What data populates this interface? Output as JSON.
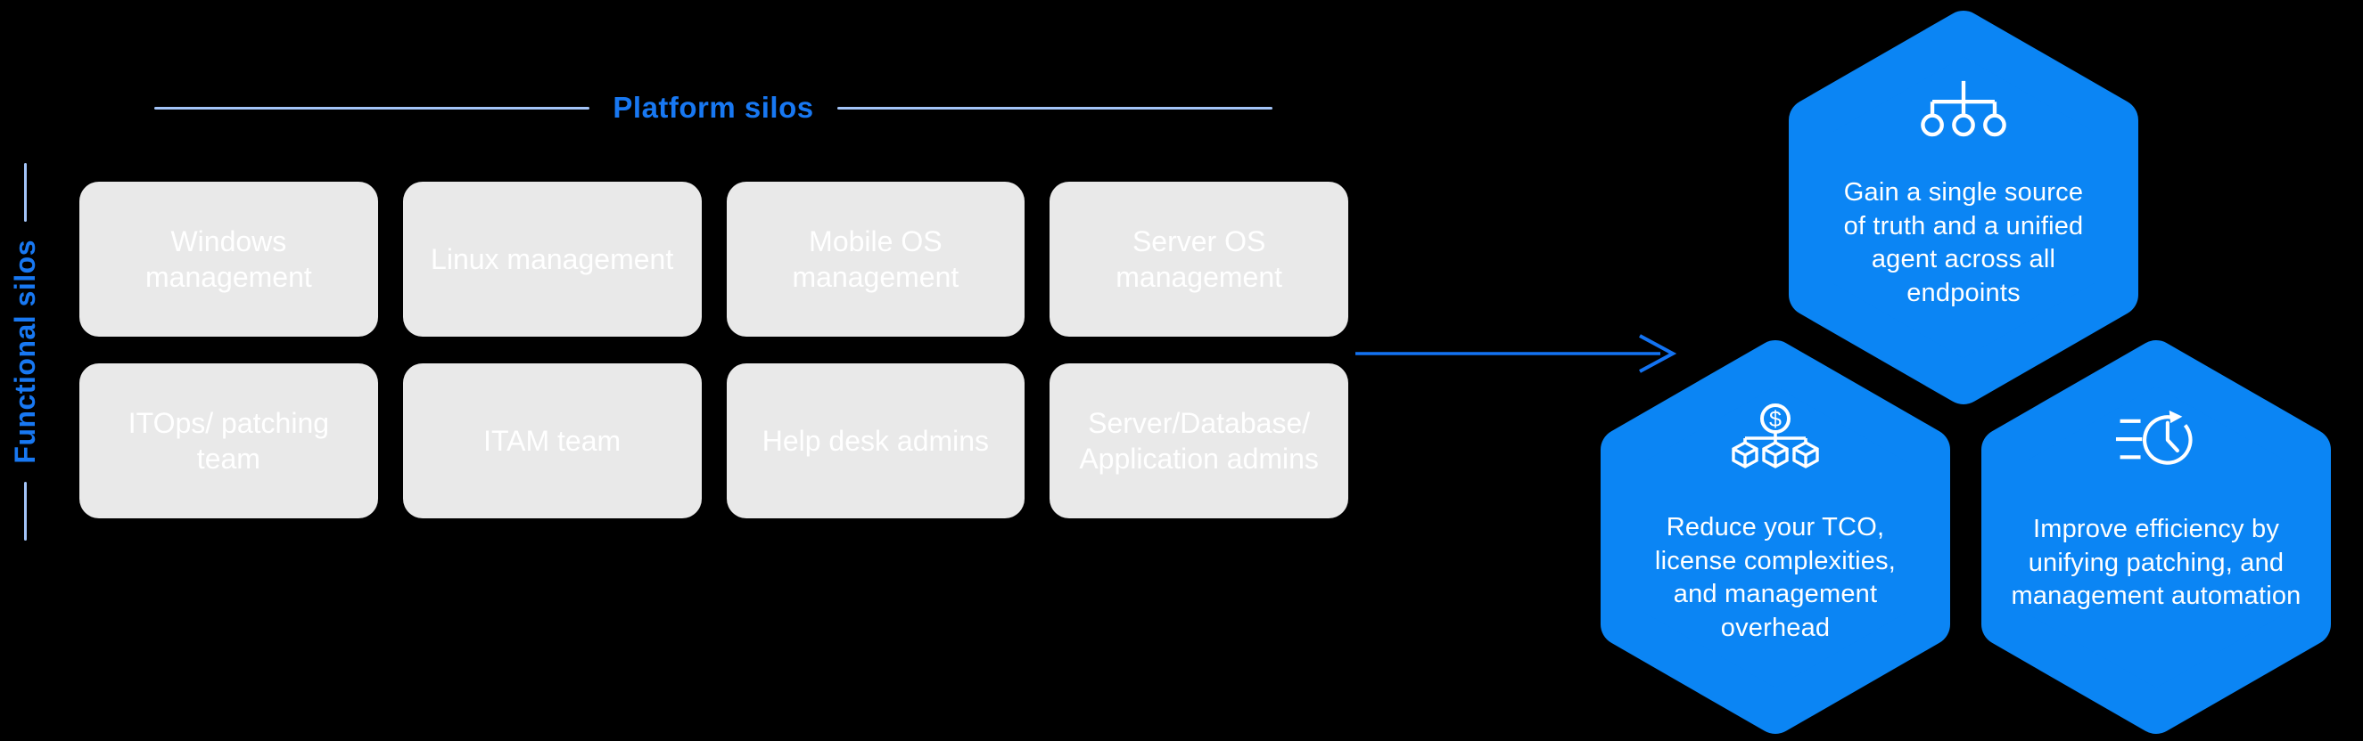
{
  "side_label": {
    "text": "Functional silos"
  },
  "header": {
    "text": "Platform silos"
  },
  "grid": {
    "cells": [
      "Windows\nmanagement",
      "Linux management",
      "Mobile OS\nmanagement",
      "Server OS\nmanagement",
      "ITOps/ patching\nteam",
      "ITAM team",
      "Help desk admins",
      "Server/Database/\nApplication admins"
    ]
  },
  "hexagons": [
    {
      "icon": "org-chart-icon",
      "text": "Gain a single source\nof truth and a unified\nagent across all\nendpoints"
    },
    {
      "icon": "dollar-distribution-icon",
      "text": "Reduce your TCO,\nlicense complexities,\nand management\noverhead"
    },
    {
      "icon": "fast-clock-icon",
      "text": "Improve efficiency by\nunifying patching, and\nmanagement automation"
    }
  ],
  "colors": {
    "background": "#000000",
    "hex_blue": "#0b85f4",
    "label_blue": "#1878f2",
    "pale_line": "#a3c4f8",
    "arrow_blue": "#1373f2",
    "box_gray": "#e9e9e9",
    "text_white": "#ffffff"
  }
}
